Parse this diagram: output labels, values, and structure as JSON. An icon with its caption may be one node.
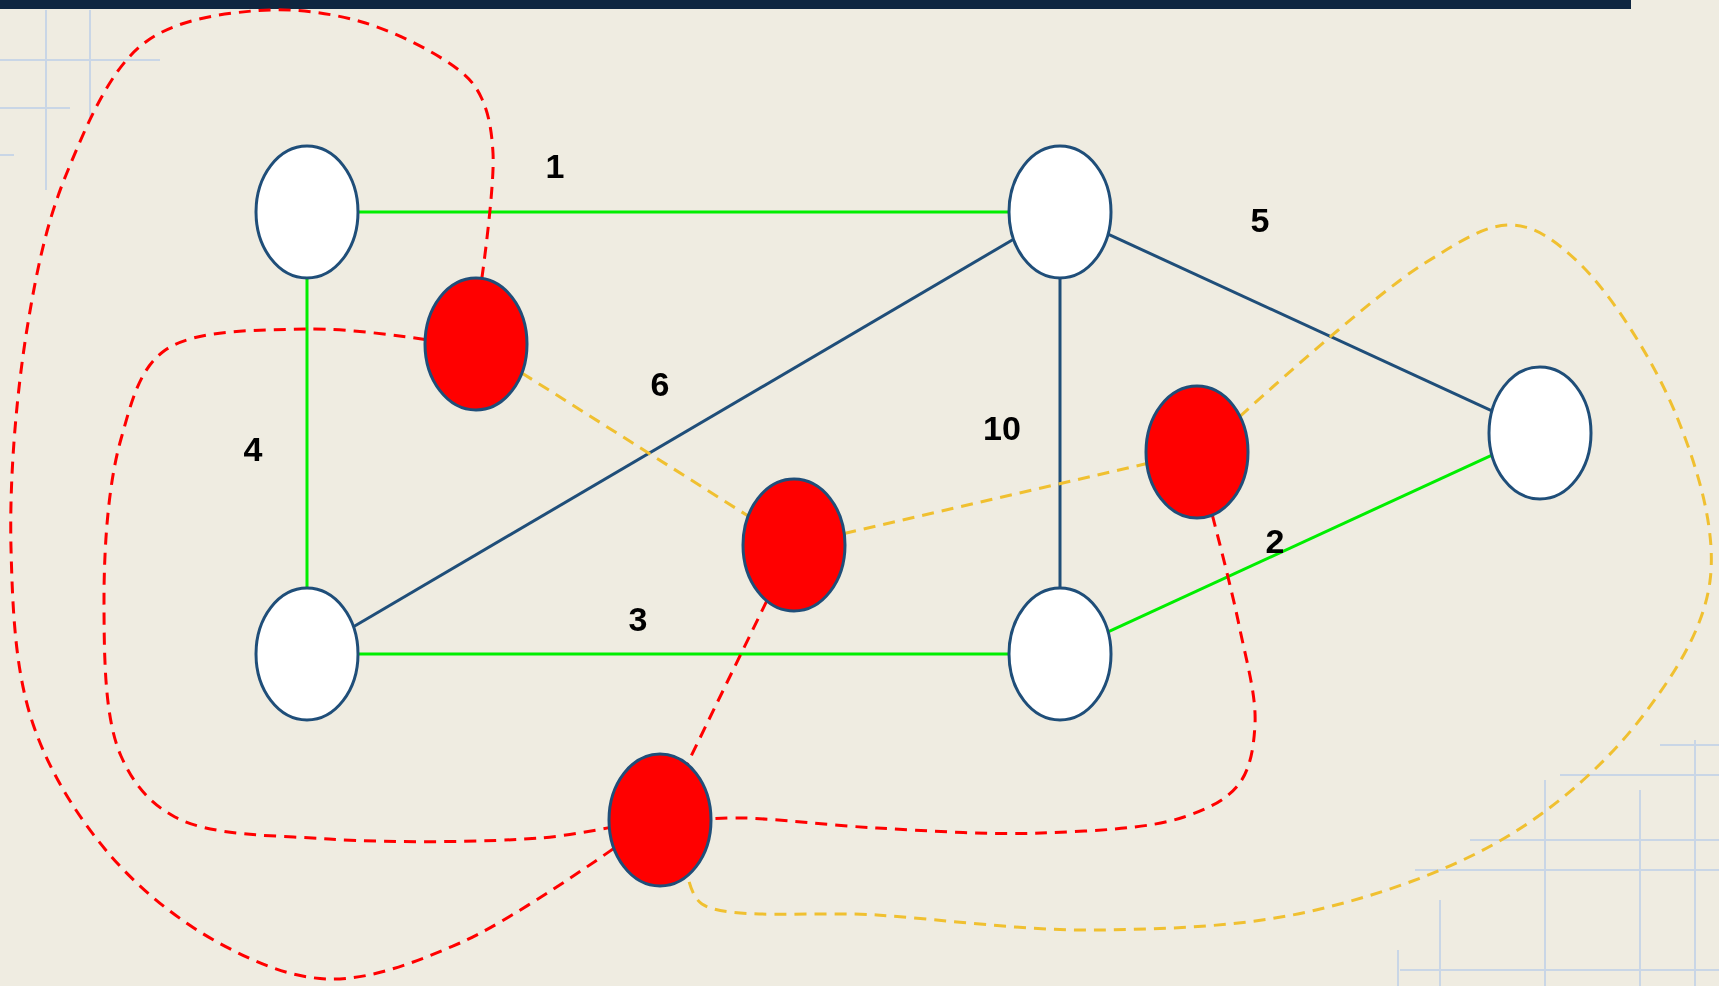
{
  "diagram": {
    "nodes": [
      {
        "text": [],
        "shape": "ellipse"
      },
      {
        "text": [],
        "shape": "ellipse"
      },
      {
        "text": [],
        "shape": "ellipse"
      },
      {
        "text": [],
        "shape": "ellipse"
      },
      {
        "text": [],
        "shape": "ellipse"
      },
      {
        "text": [],
        "shape": "ellipse"
      },
      {
        "text": [],
        "shape": "ellipse"
      },
      {
        "text": [],
        "shape": "ellipse"
      },
      {
        "text": [],
        "shape": "ellipse"
      }
    ],
    "edges": [
      {
        "from": 0,
        "to": 1,
        "arrow": "none",
        "label": "1",
        "color": "#00ee00"
      },
      {
        "from": 0,
        "to": 3,
        "arrow": "none",
        "label": "4",
        "color": "#00ee00"
      },
      {
        "from": 1,
        "to": 4,
        "arrow": "none",
        "label": "5",
        "color": "#1f4e79"
      },
      {
        "from": 1,
        "to": 3,
        "arrow": "none",
        "label": "6",
        "color": "#1f4e79"
      },
      {
        "from": 1,
        "to": 6,
        "arrow": "none",
        "label": "10",
        "color": "#1f4e79"
      },
      {
        "from": 3,
        "to": 6,
        "arrow": "none",
        "label": "3",
        "color": "#00ee00"
      },
      {
        "from": 6,
        "to": 4,
        "arrow": "none",
        "label": "2",
        "color": "#00ee00"
      },
      {
        "from": 2,
        "to": 7,
        "arrow": "none",
        "style": "dashed",
        "color": "#ff0000"
      },
      {
        "from": 2,
        "to": 7,
        "arrow": "none",
        "style": "dashed",
        "color": "#ff0000"
      },
      {
        "from": 2,
        "to": 8,
        "arrow": "none",
        "style": "dashed",
        "color": "#f0c030"
      },
      {
        "from": 8,
        "to": 5,
        "arrow": "none",
        "style": "dashed",
        "color": "#f0c030"
      },
      {
        "from": 8,
        "to": 7,
        "arrow": "none",
        "style": "dashed",
        "color": "#ff0000"
      },
      {
        "from": 5,
        "to": 7,
        "arrow": "none",
        "style": "dashed",
        "color": "#f0c030"
      },
      {
        "from": 5,
        "to": 7,
        "arrow": "none",
        "style": "dashed",
        "color": "#ff0000"
      }
    ]
  }
}
